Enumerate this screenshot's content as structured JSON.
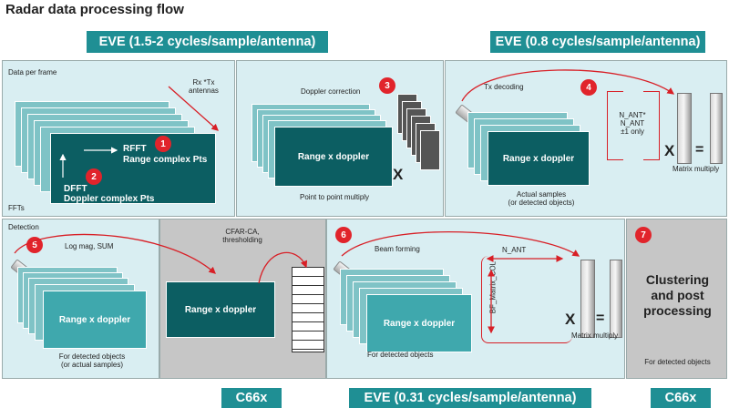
{
  "title": "Radar data processing flow",
  "banners": {
    "eve_top_left": "EVE (1.5-2 cycles/sample/antenna)",
    "eve_top_right": "EVE (0.8 cycles/sample/antenna)",
    "c66x_left": "C66x",
    "eve_bottom": "EVE (0.31 cycles/sample/antenna)",
    "c66x_right": "C66x"
  },
  "panel1": {
    "data_per_frame": "Data per frame",
    "rx_tx": "Rx *Tx\nantennas",
    "rfft": "RFFT",
    "range_complex": "Range complex Pts",
    "dfft": "DFFT",
    "doppler_complex": "Doppler complex Pts",
    "ffts": "FFTs",
    "badge1": "1",
    "badge2": "2"
  },
  "panel2": {
    "doppler_correction": "Doppler correction",
    "range_doppler": "Range x doppler",
    "x": "X",
    "point_multiply": "Point to point multiply",
    "badge": "3"
  },
  "panel3": {
    "tx_decoding": "Tx decoding",
    "range_doppler": "Range x doppler",
    "actual_samples": "Actual samples\n(or detected objects)",
    "n_ant": "N_ANT*\nN_ANT\n±1 only",
    "x": "X",
    "eq": "=",
    "matrix_multiply": "Matrix multiply",
    "badge": "4"
  },
  "panel4": {
    "detection": "Detection",
    "log_mag": "Log mag, SUM",
    "range_doppler": "Range x doppler",
    "detected_objects": "For detected objects\n(or actual samples)",
    "badge": "5"
  },
  "panel5": {
    "cfar": "CFAR-CA,\nthresholding",
    "range_doppler": "Range x doppler"
  },
  "panel6": {
    "beam_forming": "Beam forming",
    "n_ant": "N_ANT",
    "bf_matrix": "BF_Matrix_COL",
    "range_doppler": "Range x doppler",
    "detected_objects": "For detected objects",
    "x": "X",
    "eq": "=",
    "matrix_multiply": "Matrix multiply",
    "badge": "6"
  },
  "panel7": {
    "clustering": "Clustering\nand post\nprocessing",
    "detected_objects": "For detected objects",
    "badge": "7"
  },
  "colors": {
    "teal_banner": "#1f8f94",
    "panel_blue": "#d9eef2",
    "panel_grey": "#c6c6c6",
    "dark_teal": "#0c5e62",
    "light_teal": "#7fc3c6",
    "red": "#e1242b"
  }
}
